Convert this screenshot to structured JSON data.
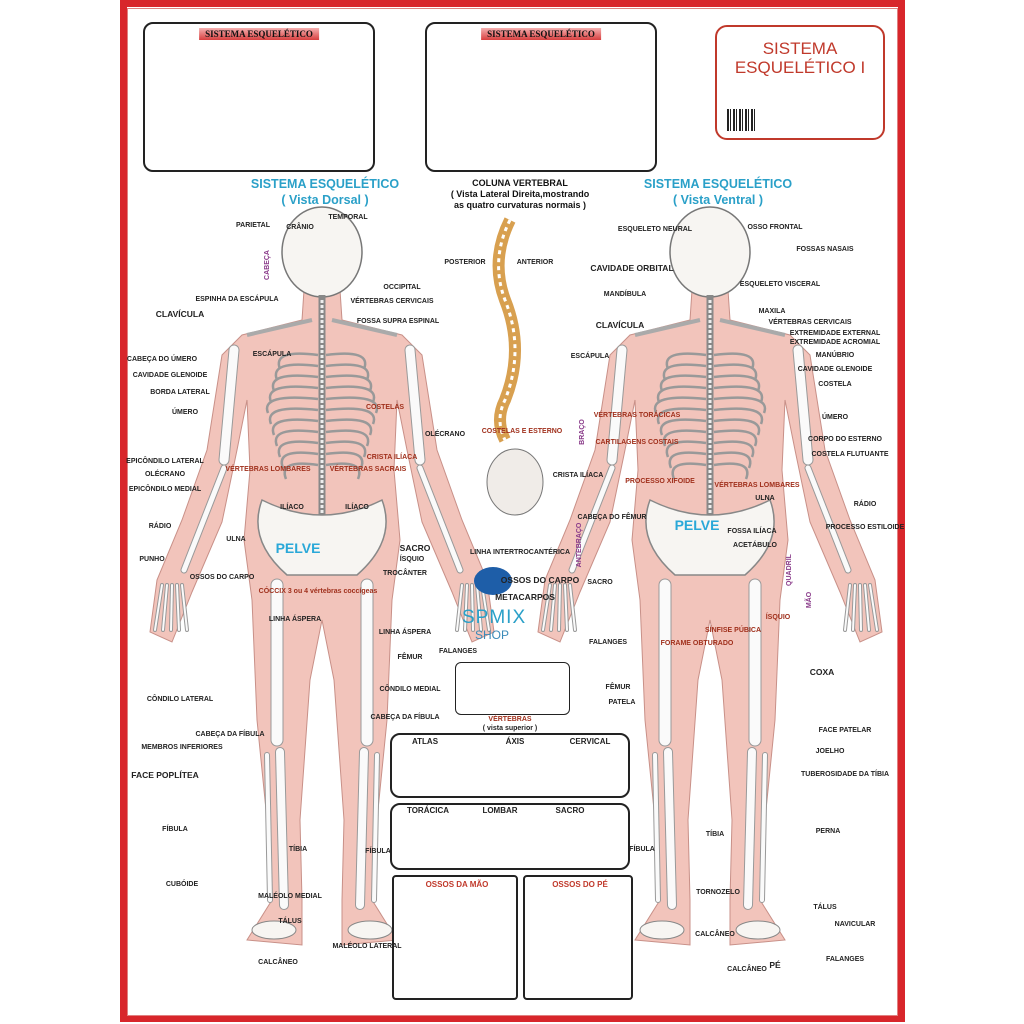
{
  "title": {
    "line1": "SISTEMA",
    "line2": "ESQUELÉTICO I"
  },
  "colors": {
    "frame": "#d8262b",
    "body": "#f2c4bb",
    "heading": "#2aa0c8",
    "label_red": "#a0301c"
  },
  "skull_boxes": [
    {
      "title": "SISTEMA ESQUELÉTICO"
    },
    {
      "title": "SISTEMA ESQUELÉTICO"
    }
  ],
  "dorsal": {
    "heading1": "SISTEMA ESQUELÉTICO",
    "heading2": "( Vista Dorsal )",
    "labels": [
      "PARIETAL",
      "CRÂNIO",
      "TEMPORAL",
      "CABEÇA",
      "ESPINHA DA ESCÁPULA",
      "OCCIPITAL",
      "VÉRTEBRAS CERVICAIS",
      "CLAVÍCULA",
      "FOSSA SUPRA ESPINAL",
      "CABEÇA DO ÚMERO",
      "ESCÁPULA",
      "CAVIDADE GLENOIDE",
      "BORDA LATERAL",
      "ÚMERO",
      "COSTELAS",
      "OLÉCRANO",
      "EPICÔNDILO LATERAL",
      "OLÉCRANO",
      "EPICÔNDILO MEDIAL",
      "VÉRTEBRAS LOMBARES",
      "VÉRTEBRAS SACRAIS",
      "CRISTA ILÍACA",
      "ILÍACO",
      "ILÍACO",
      "RÁDIO",
      "ULNA",
      "PELVE",
      "SACRO",
      "ÍSQUIO",
      "PUNHO",
      "OSSOS DO CARPO",
      "CÓCCIX 3 ou 4 vértebras coccígeas",
      "TROCÂNTER",
      "LINHA ÁSPERA",
      "LINHA ÁSPERA",
      "FÊMUR",
      "CÔNDILO LATERAL",
      "CÔNDILO MEDIAL",
      "CABEÇA DA FÍBULA",
      "CABEÇA DA FÍBULA",
      "MEMBROS INFERIORES",
      "FACE POPLÍTEA",
      "FÍBULA",
      "TÍBIA",
      "FÍBULA",
      "CUBÓIDE",
      "MALÉOLO MEDIAL",
      "TÁLUS",
      "MALÉOLO LATERAL",
      "CALCÂNEO"
    ]
  },
  "ventral": {
    "heading1": "SISTEMA ESQUELÉTICO",
    "heading2": "( Vista Ventral )",
    "labels": [
      "ESQUELETO NEURAL",
      "OSSO FRONTAL",
      "FOSSAS NASAIS",
      "CAVIDADE ORBITAL",
      "ESQUELETO VISCERAL",
      "MANDÍBULA",
      "MAXILA",
      "VÉRTEBRAS CERVICAIS",
      "EXTREMIDADE EXTERNAL",
      "EXTREMIDADE ACROMIAL",
      "CLAVÍCULA",
      "ESCÁPULA",
      "MANÚBRIO",
      "CAVIDADE GLENOIDE",
      "COSTELA",
      "VÉRTEBRAS TORÁCICAS",
      "ÚMERO",
      "CARTILAGENS COSTAIS",
      "CORPO DO ESTERNO",
      "COSTELA FLUTUANTE",
      "CRISTA ILÍACA",
      "PROCESSO XIFOIDE",
      "VÉRTEBRAS LOMBARES",
      "ULNA",
      "RÁDIO",
      "CABEÇA DO FÊMUR",
      "PROCESSO ESTILOIDE",
      "PELVE",
      "FOSSA ILÍACA",
      "ACETÁBULO",
      "SACRO",
      "QUADRIL",
      "MÃO",
      "FORAME OBTURADO",
      "SÍNFISE PÚBICA",
      "ÍSQUIO",
      "FALANGES",
      "FÊMUR",
      "COXA",
      "PATELA",
      "FACE PATELAR",
      "JOELHO",
      "TUBEROSIDADE DA TÍBIA",
      "TÍBIA",
      "PERNA",
      "FÍBULA",
      "TORNOZELO",
      "TÁLUS",
      "NAVICULAR",
      "CALCÂNEO",
      "FALANGES",
      "PÉ",
      "CALCÂNEO",
      "BRAÇO",
      "ANTEBRAÇO"
    ]
  },
  "center": {
    "col1": "COLUNA VERTEBRAL",
    "col2": "( Vista Lateral Direita,mostrando",
    "col3": "as quatro curvaturas normais )",
    "labels": [
      "POSTERIOR",
      "ANTERIOR",
      "COSTELAS E ESTERNO",
      "LINHA INTERTROCANTÉRICA",
      "OSSOS DO CARPO",
      "METACARPOS",
      "FALANGES",
      "VÉRTEBRAS",
      "( vista superior )"
    ]
  },
  "watermark": {
    "line1": "SPMIX",
    "line2": "SHOP"
  },
  "vertebrae": [
    "ATLAS",
    "ÁXIS",
    "CERVICAL",
    "TORÁCICA",
    "LOMBAR",
    "SACRO"
  ],
  "hand_title": "OSSOS DA MÃO",
  "foot_title": "OSSOS DO PÉ"
}
